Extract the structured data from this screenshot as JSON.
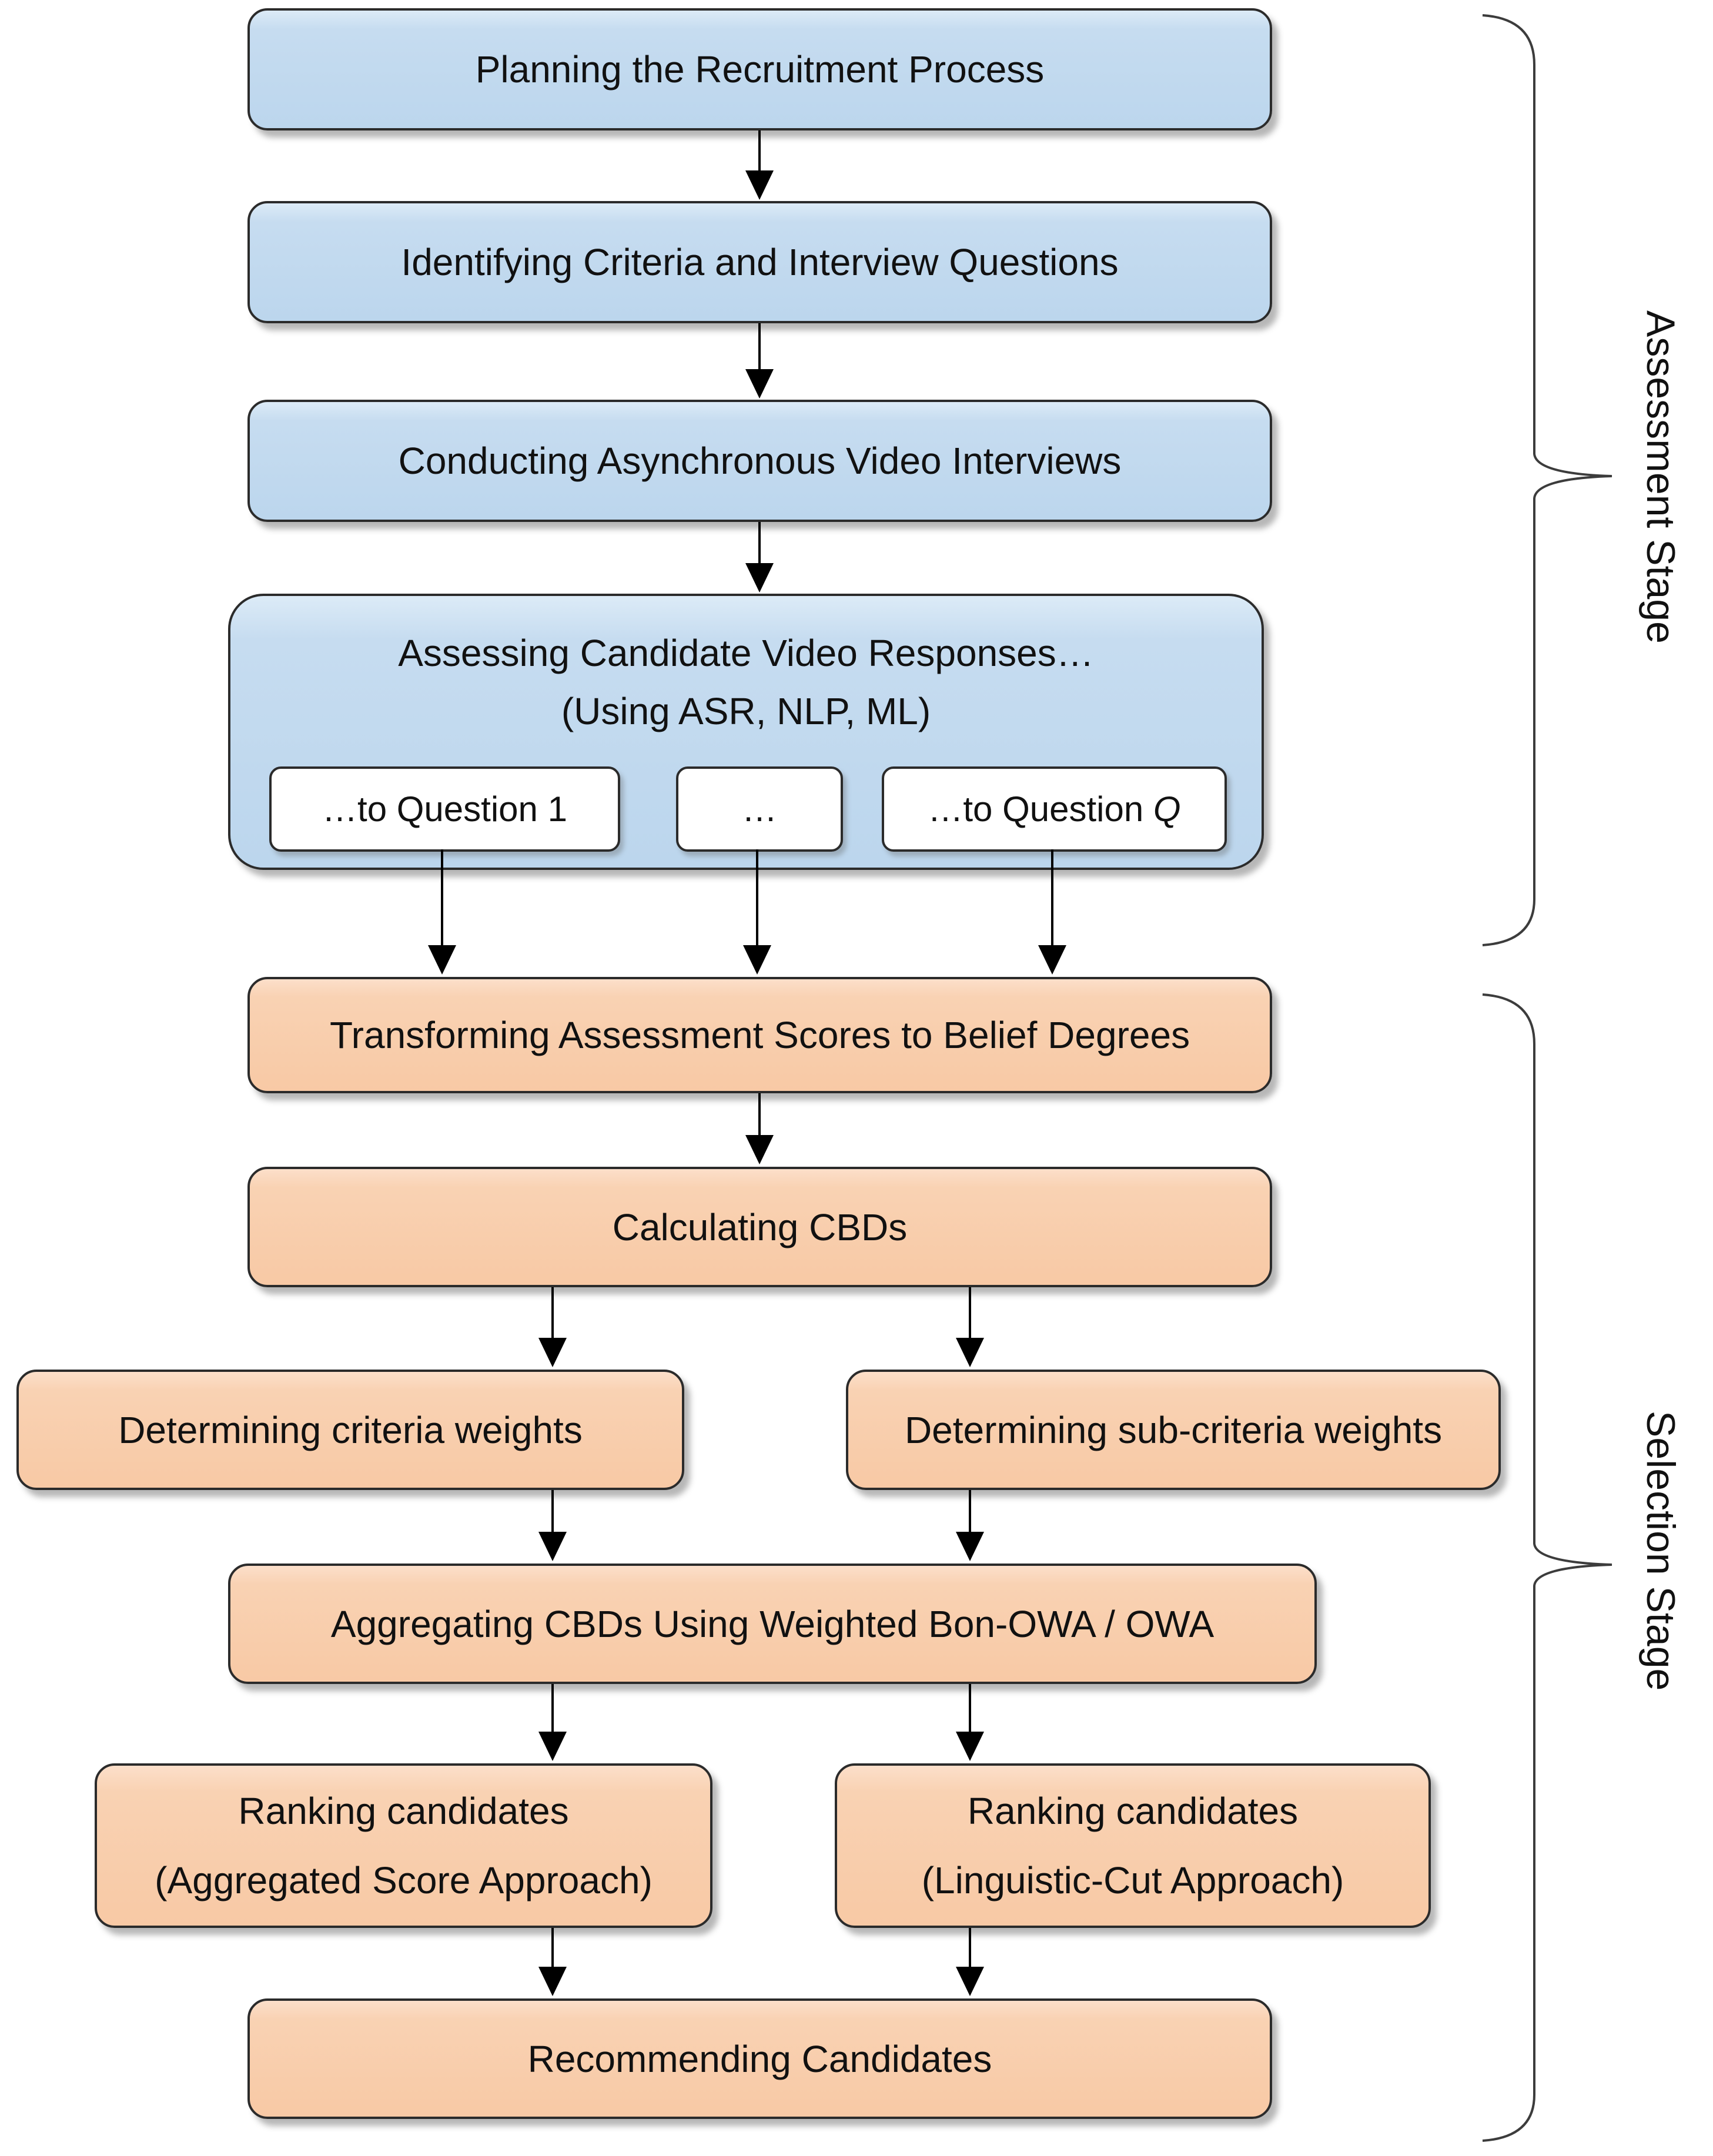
{
  "figure": {
    "kind": "flowchart",
    "stages": {
      "assessment": "Assessment Stage",
      "selection": "Selection Stage"
    },
    "nodes": {
      "planning": {
        "label": "Planning the Recruitment Process"
      },
      "identifying": {
        "label": "Identifying Criteria and Interview Questions"
      },
      "conducting": {
        "label": "Conducting Asynchronous Video Interviews"
      },
      "assessing": {
        "line1": "Assessing Candidate Video Responses…",
        "line2": "(Using ASR, NLP, ML)"
      },
      "to_question_1": {
        "label": "…to Question 1"
      },
      "ellipsis": {
        "label": "…"
      },
      "to_question_q": {
        "prefix": "…to Question ",
        "var": "Q"
      },
      "transforming": {
        "label": "Transforming Assessment Scores to Belief Degrees"
      },
      "calculating": {
        "label": "Calculating CBDs"
      },
      "criteria_weights": {
        "label": "Determining criteria weights"
      },
      "subcriteria_weights": {
        "label": "Determining sub-criteria weights"
      },
      "aggregating": {
        "label": "Aggregating CBDs Using Weighted Bon-OWA / OWA"
      },
      "ranking_aggregated": {
        "line1": "Ranking candidates",
        "line2": "(Aggregated Score Approach)"
      },
      "ranking_linguistic": {
        "line1": "Ranking candidates",
        "line2": "(Linguistic-Cut Approach)"
      },
      "recommending": {
        "label": "Recommending Candidates"
      }
    },
    "edges": [
      {
        "from": "planning",
        "to": "identifying"
      },
      {
        "from": "identifying",
        "to": "conducting"
      },
      {
        "from": "conducting",
        "to": "assessing"
      },
      {
        "from": "to_question_1",
        "to": "transforming"
      },
      {
        "from": "ellipsis",
        "to": "transforming"
      },
      {
        "from": "to_question_q",
        "to": "transforming"
      },
      {
        "from": "transforming",
        "to": "calculating"
      },
      {
        "from": "calculating",
        "to": "criteria_weights"
      },
      {
        "from": "calculating",
        "to": "subcriteria_weights"
      },
      {
        "from": "criteria_weights",
        "to": "aggregating"
      },
      {
        "from": "subcriteria_weights",
        "to": "aggregating"
      },
      {
        "from": "aggregating",
        "to": "ranking_aggregated"
      },
      {
        "from": "aggregating",
        "to": "ranking_linguistic"
      },
      {
        "from": "ranking_aggregated",
        "to": "recommending"
      },
      {
        "from": "ranking_linguistic",
        "to": "recommending"
      }
    ],
    "colors": {
      "assessment_fill": "#bdd7ee",
      "selection_fill": "#f8c9a5",
      "node_border": "#2b2b2b",
      "arrow": "#000000",
      "bracket": "#3c3c3c"
    }
  }
}
